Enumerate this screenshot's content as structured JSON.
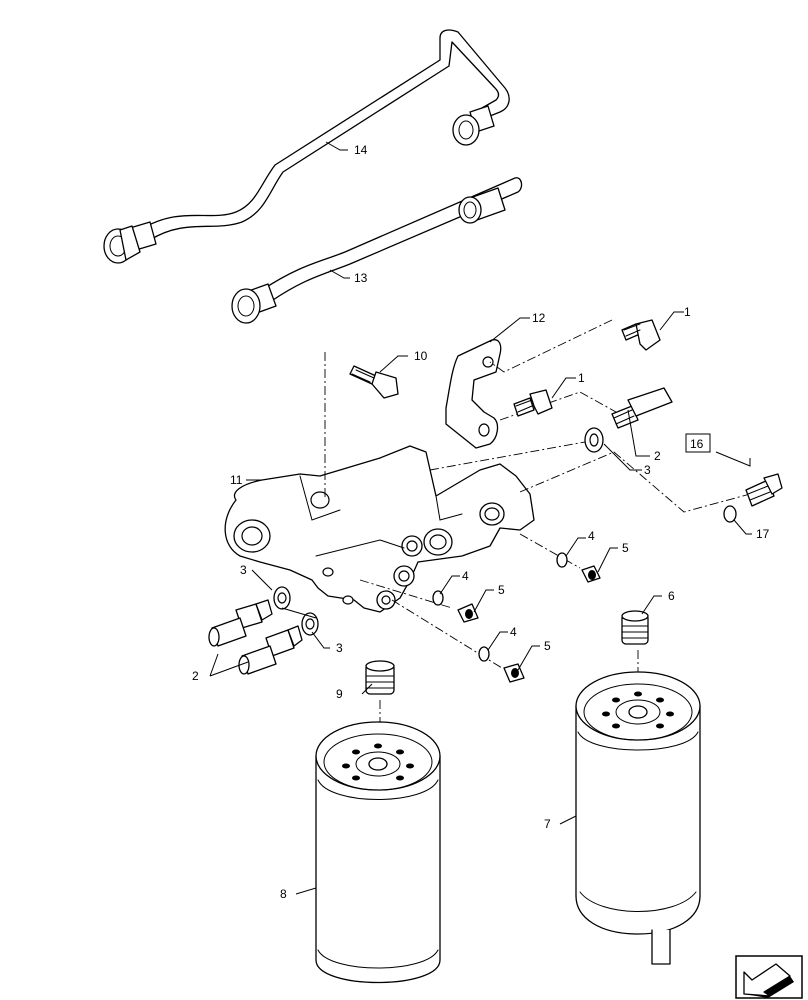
{
  "callouts": {
    "c1a": "1",
    "c1b": "1",
    "c2a": "2",
    "c2b": "2",
    "c3a": "3",
    "c3b": "3",
    "c3c": "3",
    "c4a": "4",
    "c4b": "4",
    "c4c": "4",
    "c5a": "5",
    "c5b": "5",
    "c5c": "5",
    "c6": "6",
    "c7": "7",
    "c8": "8",
    "c9": "9",
    "c10": "10",
    "c11": "11",
    "c12": "12",
    "c13": "13",
    "c14": "14",
    "c16": "16",
    "c17": "17"
  },
  "icons": {
    "nav": "next-page-arrow-icon"
  }
}
